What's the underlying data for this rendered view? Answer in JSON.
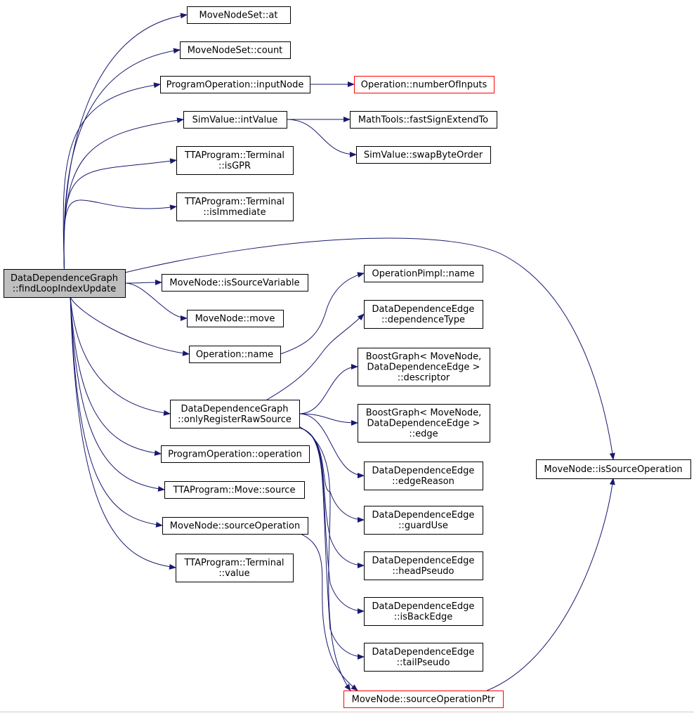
{
  "colors": {
    "edge": "#191970",
    "node_border": "#000000",
    "truncated_node_border": "#ff0000",
    "root_fill": "#bfbfbf"
  },
  "nodes": {
    "root": {
      "lines": [
        "DataDependenceGraph",
        "::findLoopIndexUpdate"
      ],
      "root": true
    },
    "mns_at": {
      "lines": [
        "MoveNodeSet::at"
      ]
    },
    "mns_count": {
      "lines": [
        "MoveNodeSet::count"
      ]
    },
    "po_inputnode": {
      "lines": [
        "ProgramOperation::inputNode"
      ]
    },
    "op_numinputs": {
      "lines": [
        "Operation::numberOfInputs"
      ],
      "truncated": true
    },
    "sv_intvalue": {
      "lines": [
        "SimValue::intValue"
      ]
    },
    "mt_fastsign": {
      "lines": [
        "MathTools::fastSignExtendTo"
      ]
    },
    "sv_swapbyte": {
      "lines": [
        "SimValue::swapByteOrder"
      ]
    },
    "tt_isgpr": {
      "lines": [
        "TTAProgram::Terminal",
        "::isGPR"
      ]
    },
    "tt_isimm": {
      "lines": [
        "TTAProgram::Terminal",
        "::isImmediate"
      ]
    },
    "mn_issrcvar": {
      "lines": [
        "MoveNode::isSourceVariable"
      ]
    },
    "mn_move": {
      "lines": [
        "MoveNode::move"
      ]
    },
    "op_name": {
      "lines": [
        "Operation::name"
      ]
    },
    "opimpl_name": {
      "lines": [
        "OperationPimpl::name"
      ]
    },
    "dde_deptype": {
      "lines": [
        "DataDependenceEdge",
        "::dependenceType"
      ]
    },
    "bg_descriptor": {
      "lines": [
        "BoostGraph< MoveNode,",
        "DataDependenceEdge >",
        "::descriptor"
      ]
    },
    "ddg_onlyreg": {
      "lines": [
        "DataDependenceGraph",
        "::onlyRegisterRawSource"
      ]
    },
    "bg_edge": {
      "lines": [
        "BoostGraph< MoveNode,",
        "DataDependenceEdge >",
        "::edge"
      ]
    },
    "po_operation": {
      "lines": [
        "ProgramOperation::operation"
      ]
    },
    "dde_edgereason": {
      "lines": [
        "DataDependenceEdge",
        "::edgeReason"
      ]
    },
    "mn_issrcop": {
      "lines": [
        "MoveNode::isSourceOperation"
      ]
    },
    "tm_source": {
      "lines": [
        "TTAProgram::Move::source"
      ]
    },
    "dde_guarduse": {
      "lines": [
        "DataDependenceEdge",
        "::guardUse"
      ]
    },
    "mn_srcop": {
      "lines": [
        "MoveNode::sourceOperation"
      ]
    },
    "tt_value": {
      "lines": [
        "TTAProgram::Terminal",
        "::value"
      ]
    },
    "dde_headpseudo": {
      "lines": [
        "DataDependenceEdge",
        "::headPseudo"
      ]
    },
    "dde_isbackedge": {
      "lines": [
        "DataDependenceEdge",
        "::isBackEdge"
      ]
    },
    "dde_tailpseudo": {
      "lines": [
        "DataDependenceEdge",
        "::tailPseudo"
      ]
    },
    "mn_srcopptr": {
      "lines": [
        "MoveNode::sourceOperationPtr"
      ],
      "truncated": true
    }
  },
  "edges": [
    [
      "root",
      "mns_at"
    ],
    [
      "root",
      "mns_count"
    ],
    [
      "root",
      "po_inputnode"
    ],
    [
      "root",
      "sv_intvalue"
    ],
    [
      "root",
      "tt_isgpr"
    ],
    [
      "root",
      "tt_isimm"
    ],
    [
      "root",
      "mn_issrcop"
    ],
    [
      "root",
      "mn_issrcvar"
    ],
    [
      "root",
      "mn_move"
    ],
    [
      "root",
      "op_name"
    ],
    [
      "root",
      "ddg_onlyreg"
    ],
    [
      "root",
      "po_operation"
    ],
    [
      "root",
      "tm_source"
    ],
    [
      "root",
      "mn_srcop"
    ],
    [
      "root",
      "tt_value"
    ],
    [
      "po_inputnode",
      "op_numinputs"
    ],
    [
      "sv_intvalue",
      "mt_fastsign"
    ],
    [
      "sv_intvalue",
      "sv_swapbyte"
    ],
    [
      "op_name",
      "opimpl_name"
    ],
    [
      "ddg_onlyreg",
      "dde_deptype"
    ],
    [
      "ddg_onlyreg",
      "bg_descriptor"
    ],
    [
      "ddg_onlyreg",
      "bg_edge"
    ],
    [
      "ddg_onlyreg",
      "dde_edgereason"
    ],
    [
      "ddg_onlyreg",
      "dde_guarduse"
    ],
    [
      "ddg_onlyreg",
      "dde_headpseudo"
    ],
    [
      "ddg_onlyreg",
      "dde_isbackedge"
    ],
    [
      "ddg_onlyreg",
      "dde_tailpseudo"
    ],
    [
      "ddg_onlyreg",
      "mn_srcopptr"
    ],
    [
      "mn_srcop",
      "mn_srcopptr"
    ],
    [
      "mn_srcopptr",
      "mn_issrcop"
    ]
  ]
}
